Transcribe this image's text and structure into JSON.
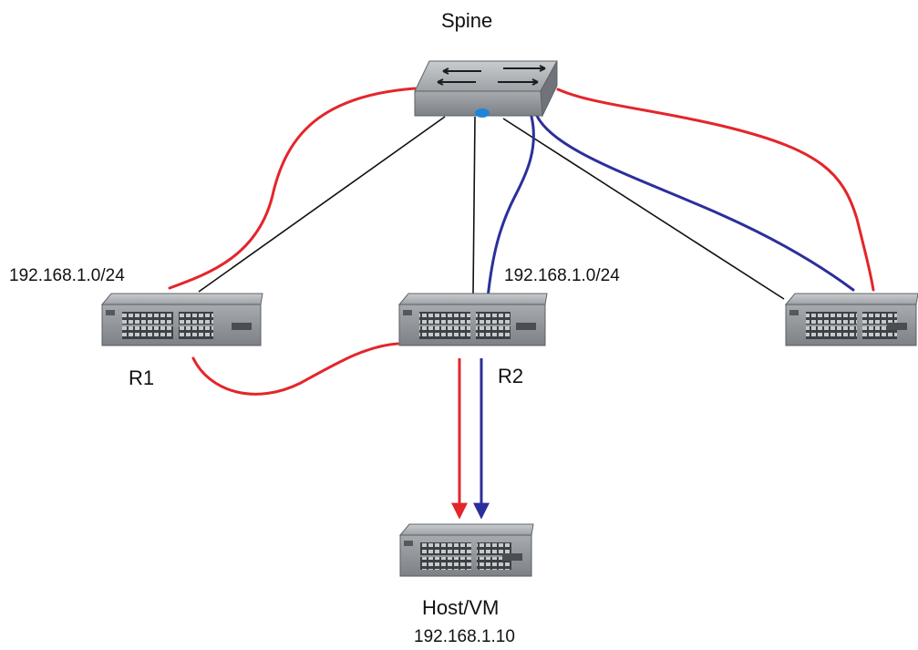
{
  "colors": {
    "red_path": "#e3262b",
    "blue_path": "#2c2f9a",
    "plain_link": "#111111",
    "device_body": "#9ea1a4",
    "device_dark": "#6f7376",
    "spine_led": "#1f84d6"
  },
  "labels": {
    "spine": "Spine",
    "r1_subnet": "192.168.1.0/24",
    "r1": "R1",
    "r2_subnet": "192.168.1.0/24",
    "r2": "R2",
    "host": "Host/VM",
    "host_ip": "192.168.1.10"
  },
  "nodes": [
    {
      "id": "spine",
      "type": "switch"
    },
    {
      "id": "r1",
      "type": "leaf"
    },
    {
      "id": "r2",
      "type": "leaf"
    },
    {
      "id": "r3",
      "type": "leaf"
    },
    {
      "id": "host",
      "type": "host"
    }
  ],
  "links": [
    {
      "from": "spine",
      "to": "r1",
      "style": "black"
    },
    {
      "from": "spine",
      "to": "r2",
      "style": "black"
    },
    {
      "from": "spine",
      "to": "r3",
      "style": "black"
    },
    {
      "from": "spine",
      "to": "r1",
      "style": "red"
    },
    {
      "from": "spine",
      "to": "r3",
      "style": "red"
    },
    {
      "from": "r1",
      "to": "r2",
      "style": "red"
    },
    {
      "from": "r2",
      "to": "host",
      "style": "red-arrow"
    },
    {
      "from": "spine",
      "to": "r2",
      "style": "blue"
    },
    {
      "from": "spine",
      "to": "r3",
      "style": "blue"
    },
    {
      "from": "r2",
      "to": "host",
      "style": "blue-arrow"
    }
  ]
}
